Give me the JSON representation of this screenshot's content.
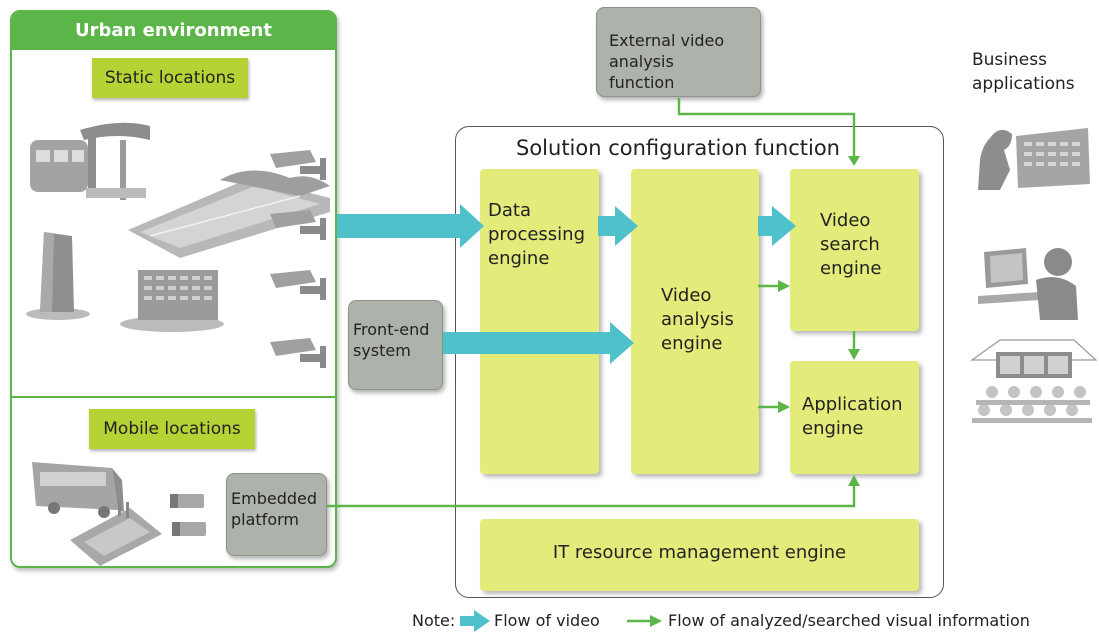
{
  "urban": {
    "title": "Urban environment",
    "static_label": "Static locations",
    "mobile_label": "Mobile locations"
  },
  "boxes": {
    "external": "External video analysis function",
    "frontend": "Front-end system",
    "embedded": "Embedded platform"
  },
  "solution": {
    "title": "Solution configuration function",
    "data_processing": "Data processing engine",
    "video_analysis": "Video analysis engine",
    "video_search": "Video search engine",
    "application": "Application engine",
    "it_resource": "IT resource management engine"
  },
  "business": {
    "label": "Business applications"
  },
  "legend": {
    "note": "Note:",
    "video_flow": "Flow of video",
    "info_flow": "Flow of analyzed/searched visual information"
  },
  "colors": {
    "green_border": "#5cb548",
    "location_label": "#b5d334",
    "engine": "#e3ec7a",
    "gray_box": "#adb3aa",
    "video_arrow": "#4fc1ca",
    "info_arrow": "#5cb548"
  },
  "icons": [
    "train-station-icon",
    "highway-icon",
    "building-icon",
    "office-building-icon",
    "camera-icon",
    "bus-icon",
    "parking-icon",
    "mobile-camera-icon",
    "desk-operator-icon",
    "pc-operator-icon",
    "control-room-icon"
  ]
}
